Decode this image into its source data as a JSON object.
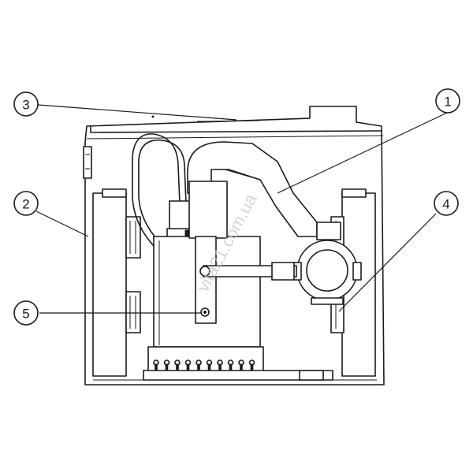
{
  "callouts": [
    {
      "id": "1",
      "label": "1"
    },
    {
      "id": "2",
      "label": "2"
    },
    {
      "id": "3",
      "label": "3"
    },
    {
      "id": "4",
      "label": "4"
    },
    {
      "id": "5",
      "label": "5"
    }
  ],
  "watermark": {
    "text": "vita21.com.ua"
  },
  "colors": {
    "line": "#1a1a1a",
    "background": "#ffffff",
    "watermark": "#c8c8c8"
  }
}
